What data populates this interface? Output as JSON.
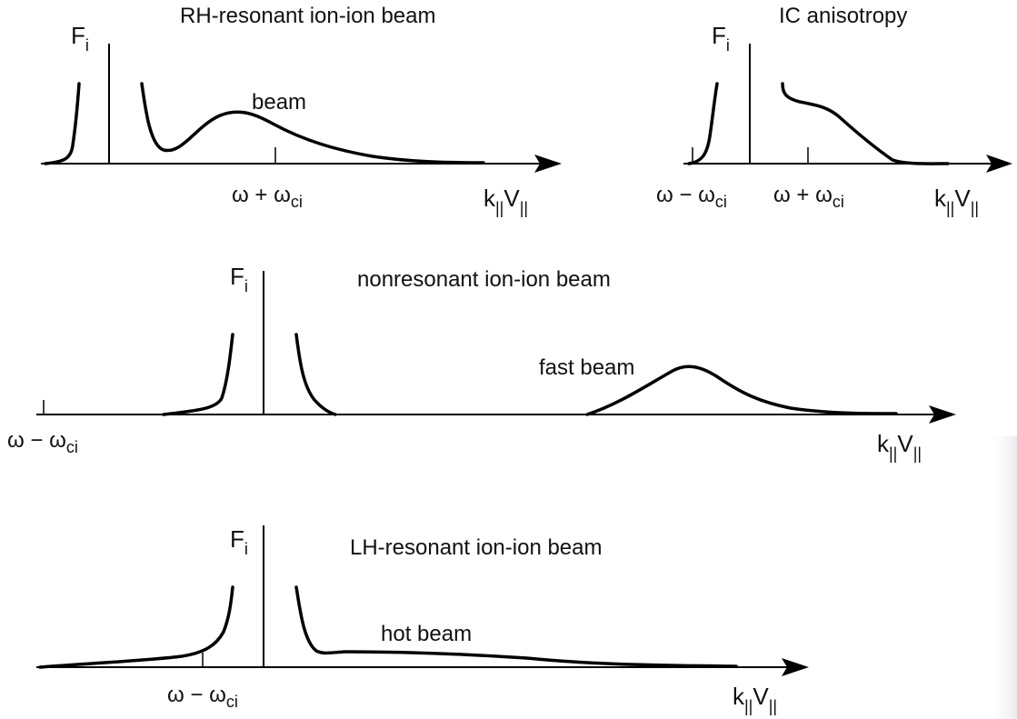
{
  "panels": {
    "rh": {
      "title": "RH-resonant ion-ion beam",
      "y_label": {
        "main": "F",
        "sub": "i"
      },
      "x_label": {
        "main": "k",
        "sub1": "||",
        "mid": "V",
        "sub2": "||"
      },
      "annotation": "beam",
      "tick_label": {
        "main": "ω + ω",
        "sub": "ci"
      }
    },
    "ic": {
      "title": "IC anisotropy",
      "y_label": {
        "main": "F",
        "sub": "i"
      },
      "x_label": {
        "main": "k",
        "sub1": "||",
        "mid": "V",
        "sub2": "||"
      },
      "tick_label_left": {
        "main": "ω − ω",
        "sub": "ci"
      },
      "tick_label_right": {
        "main": "ω + ω",
        "sub": "ci"
      }
    },
    "nonres": {
      "title": "nonresonant ion-ion beam",
      "y_label": {
        "main": "F",
        "sub": "i"
      },
      "x_label": {
        "main": "k",
        "sub1": "||",
        "mid": "V",
        "sub2": "||"
      },
      "annotation": "fast beam",
      "tick_label": {
        "main": "ω − ω",
        "sub": "ci"
      }
    },
    "lh": {
      "title": "LH-resonant ion-ion beam",
      "y_label": {
        "main": "F",
        "sub": "i"
      },
      "x_label": {
        "main": "k",
        "sub1": "||",
        "mid": "V",
        "sub2": "||"
      },
      "annotation": "hot beam",
      "tick_label": {
        "main": "ω − ω",
        "sub": "ci"
      }
    }
  }
}
